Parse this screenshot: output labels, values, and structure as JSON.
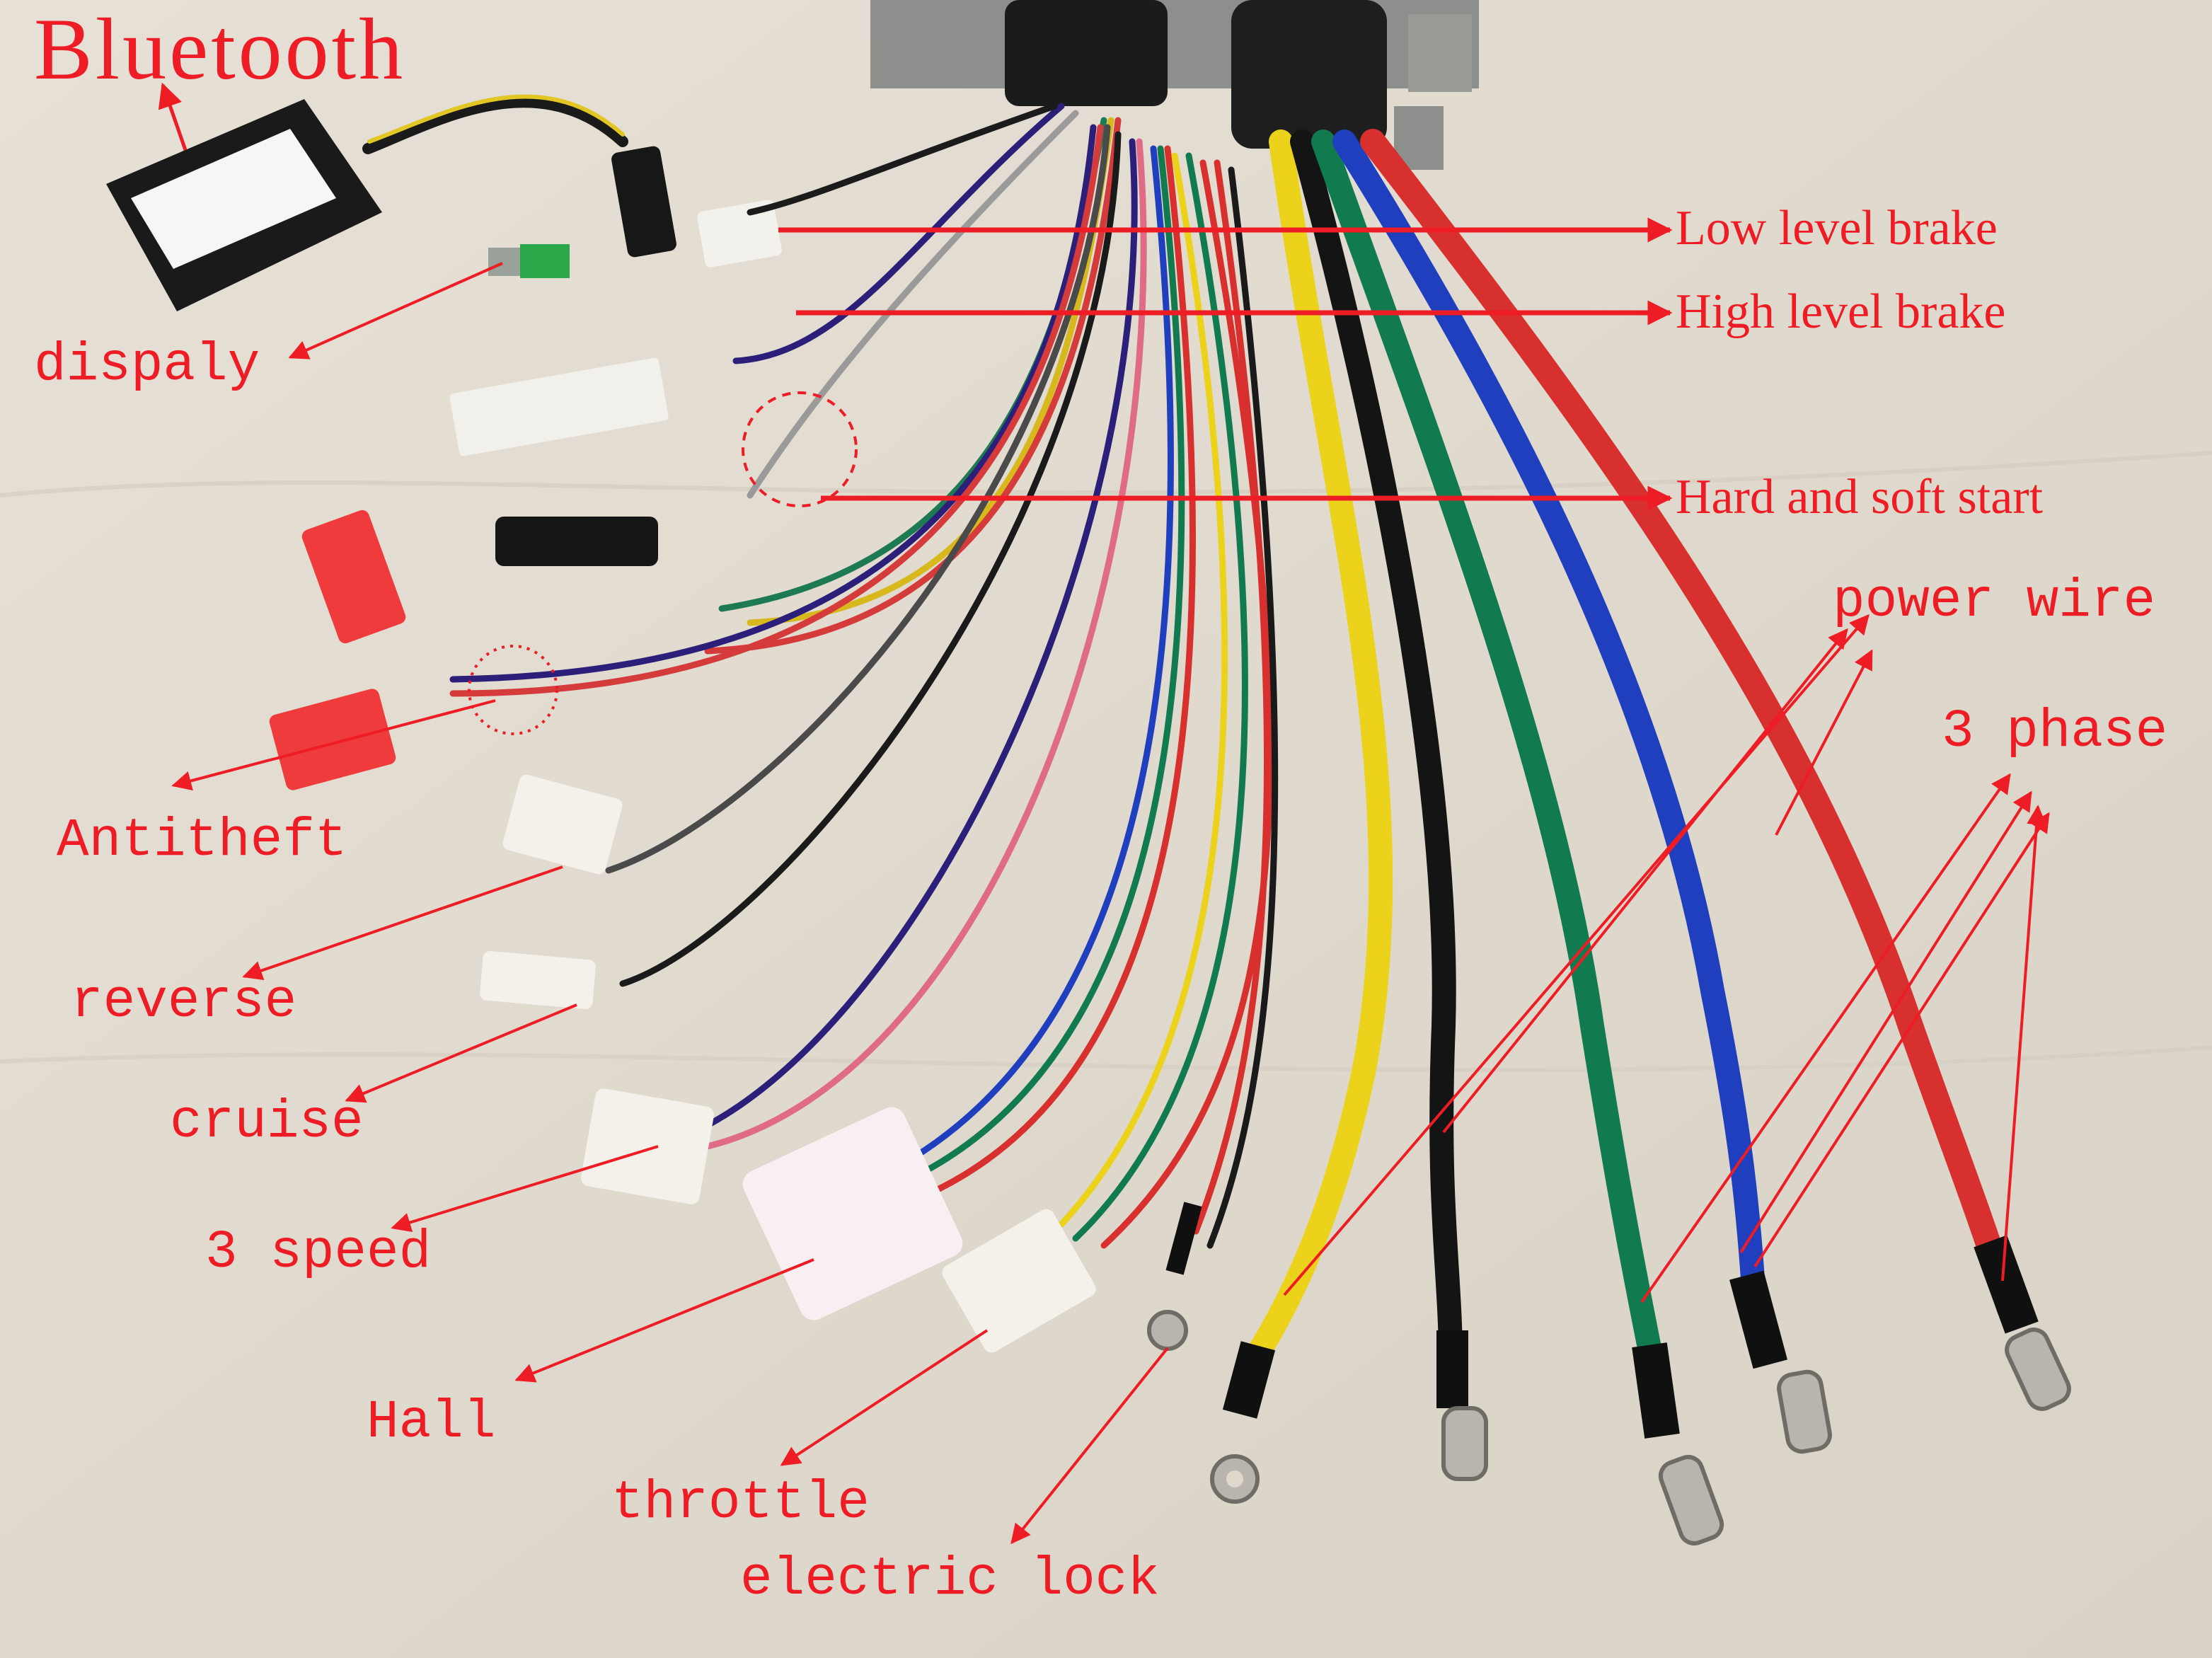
{
  "labels": {
    "bluetooth": "Bluetooth",
    "display": "dispaly",
    "low_level_brake": "Low level brake",
    "high_level_brake": "High level brake",
    "hard_soft_start": "Hard and soft start",
    "power_wire": "power wire",
    "three_phase": "3 phase",
    "antitheft": "Antitheft",
    "reverse": "reverse",
    "cruise": "cruise",
    "three_speed": "3 speed",
    "hall": "Hall",
    "throttle": "throttle",
    "electric_lock": "electric lock"
  },
  "colors": {
    "annotation": "#ee1c24",
    "background": "#dfd8cd",
    "wire_red": "#d8302e",
    "wire_blue": "#1f3fbf",
    "wire_green": "#127a4f",
    "wire_black": "#111111",
    "wire_yellow": "#ecd21a",
    "connector_white": "#f4f1ea",
    "connector_red": "#ef3b3b"
  }
}
